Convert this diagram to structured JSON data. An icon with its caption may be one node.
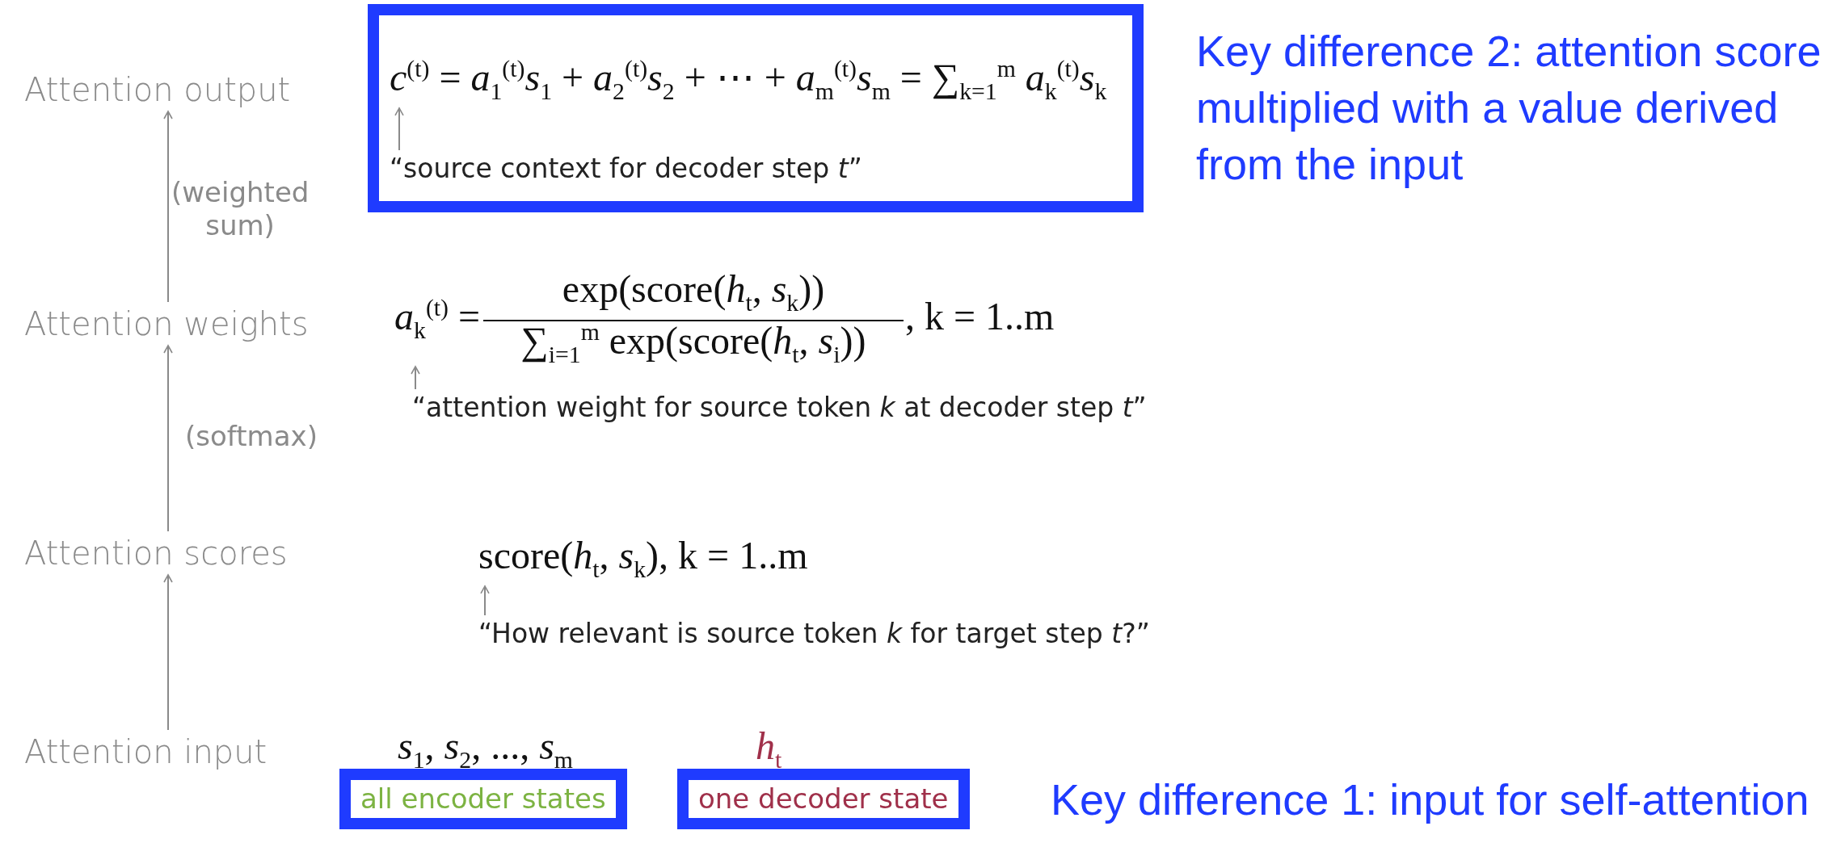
{
  "diagram": {
    "nodes": [
      {
        "text": [
          "Attention output"
        ]
      },
      {
        "text": [],
        "shape": "box"
      },
      {
        "text": [
          "*c*$^{(t)}$ = *a*$_{1}$$^{(t)}$*s*$_{1}$ + *a*$_{2}$$^{(t)}$*s*$_{2}$ + ⋯ + *a*$_{m}$$^{(t)}$*s*$_{m}$ = ∑$_{k=1}$$^{m}$ *a*$_{k}$$^{(t)}$*s*$_{k}$"
        ],
        "in": 1
      },
      {
        "text": [
          "“source context for decoder step *t*”"
        ],
        "in": 1
      },
      {
        "text": [
          "Attention weights"
        ]
      },
      {
        "text": [
          "*a*$_{k}$$^{(t)}$ =",
          "exp(score(*h*$_{t}$, *s*$_{k}$))",
          "∑$_{i=1}$$^{m}$ exp(score(*h*$_{t}$, *s*$_{i}$))",
          ", k = 1..m"
        ]
      },
      {
        "text": [
          "“attention weight for source token *k* at decoder step *t*”"
        ]
      },
      {
        "text": [
          "Attention scores"
        ]
      },
      {
        "text": [
          "score(*h*$_{t}$, *s*$_{k}$), k = 1..m"
        ]
      },
      {
        "text": [
          "“How relevant is source token *k* for target step *t*?”"
        ]
      },
      {
        "text": [
          "Attention input"
        ]
      },
      {
        "text": [
          "*s*$_{1}$, *s*$_{2}$, ..., *s*$_{m}$"
        ]
      },
      {
        "text": [
          "*h*$_{t}$"
        ]
      },
      {
        "text": [
          "all encoder states"
        ]
      },
      {
        "text": [
          "one decoder state"
        ]
      }
    ],
    "edges": [
      {
        "from": 10,
        "to": 7,
        "arrow": "to"
      },
      {
        "from": 7,
        "to": 4,
        "arrow": "to",
        "label": "(softmax)"
      },
      {
        "from": 4,
        "to": 0,
        "arrow": "to",
        "label": "(weighted sum)"
      },
      {
        "from": 3,
        "to": 2,
        "arrow": "to"
      },
      {
        "from": 6,
        "to": 5,
        "arrow": "to"
      },
      {
        "from": 9,
        "to": 8,
        "arrow": "to"
      }
    ],
    "labels": [
      "Key difference 2: attention score multiplied with a value derived from the input",
      "Key difference 1: input for self-attention"
    ]
  }
}
